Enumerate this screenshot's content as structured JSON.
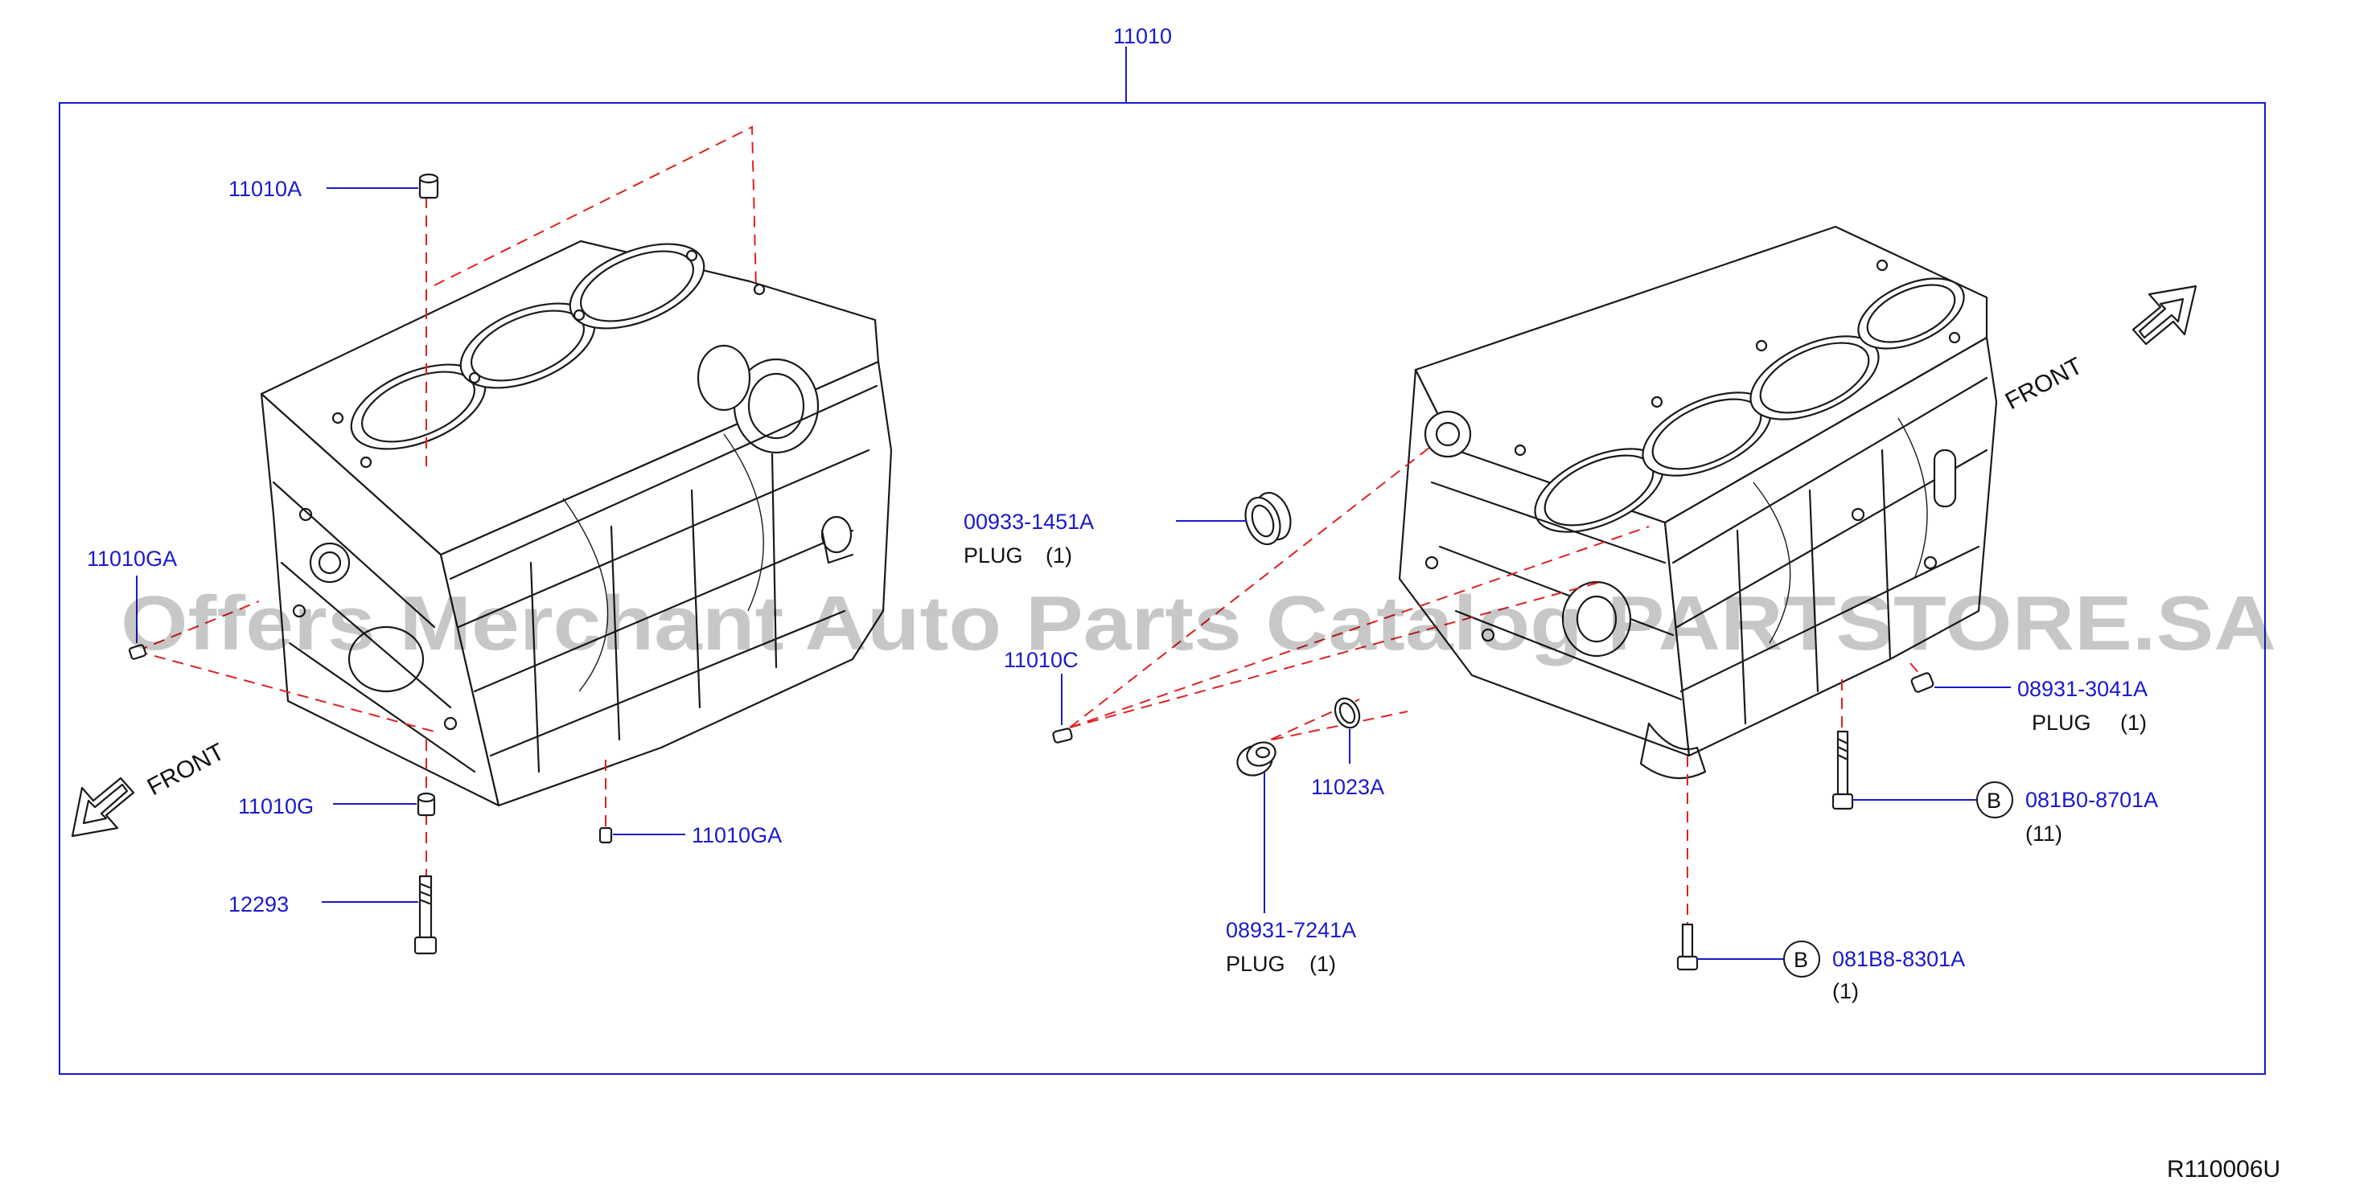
{
  "diagram": {
    "assembly_number": "11010",
    "reference_code": "R110006U",
    "watermark": "Offers Merchant Auto Parts Catalog PARTSTORE.SA",
    "front_label_left": "FRONT",
    "front_label_right": "FRONT",
    "colors": {
      "part_number": "#1a1acc",
      "leader_line": "#1a1acc",
      "dashed_guide": "#e02020",
      "drawing": "#1a1a1a"
    }
  },
  "callouts": {
    "c11010a": {
      "part": "11010A"
    },
    "c11010ga_left": {
      "part": "11010GA"
    },
    "c11010g": {
      "part": "11010G"
    },
    "c12293": {
      "part": "12293"
    },
    "c11010ga_bottom": {
      "part": "11010GA"
    },
    "c00933": {
      "part": "00933-1451A",
      "desc": "PLUG",
      "qty": "(1)"
    },
    "c11010c": {
      "part": "11010C"
    },
    "c11023a": {
      "part": "11023A"
    },
    "c08931_7241": {
      "part": "08931-7241A",
      "desc": "PLUG",
      "qty": "(1)"
    },
    "c08931_3041": {
      "part": "08931-3041A",
      "desc": "PLUG",
      "qty": "(1)"
    },
    "c081b0": {
      "marker": "B",
      "part": "081B0-8701A",
      "qty": "(11)"
    },
    "c081b8": {
      "marker": "B",
      "part": "081B8-8301A",
      "qty": "(1)"
    }
  }
}
